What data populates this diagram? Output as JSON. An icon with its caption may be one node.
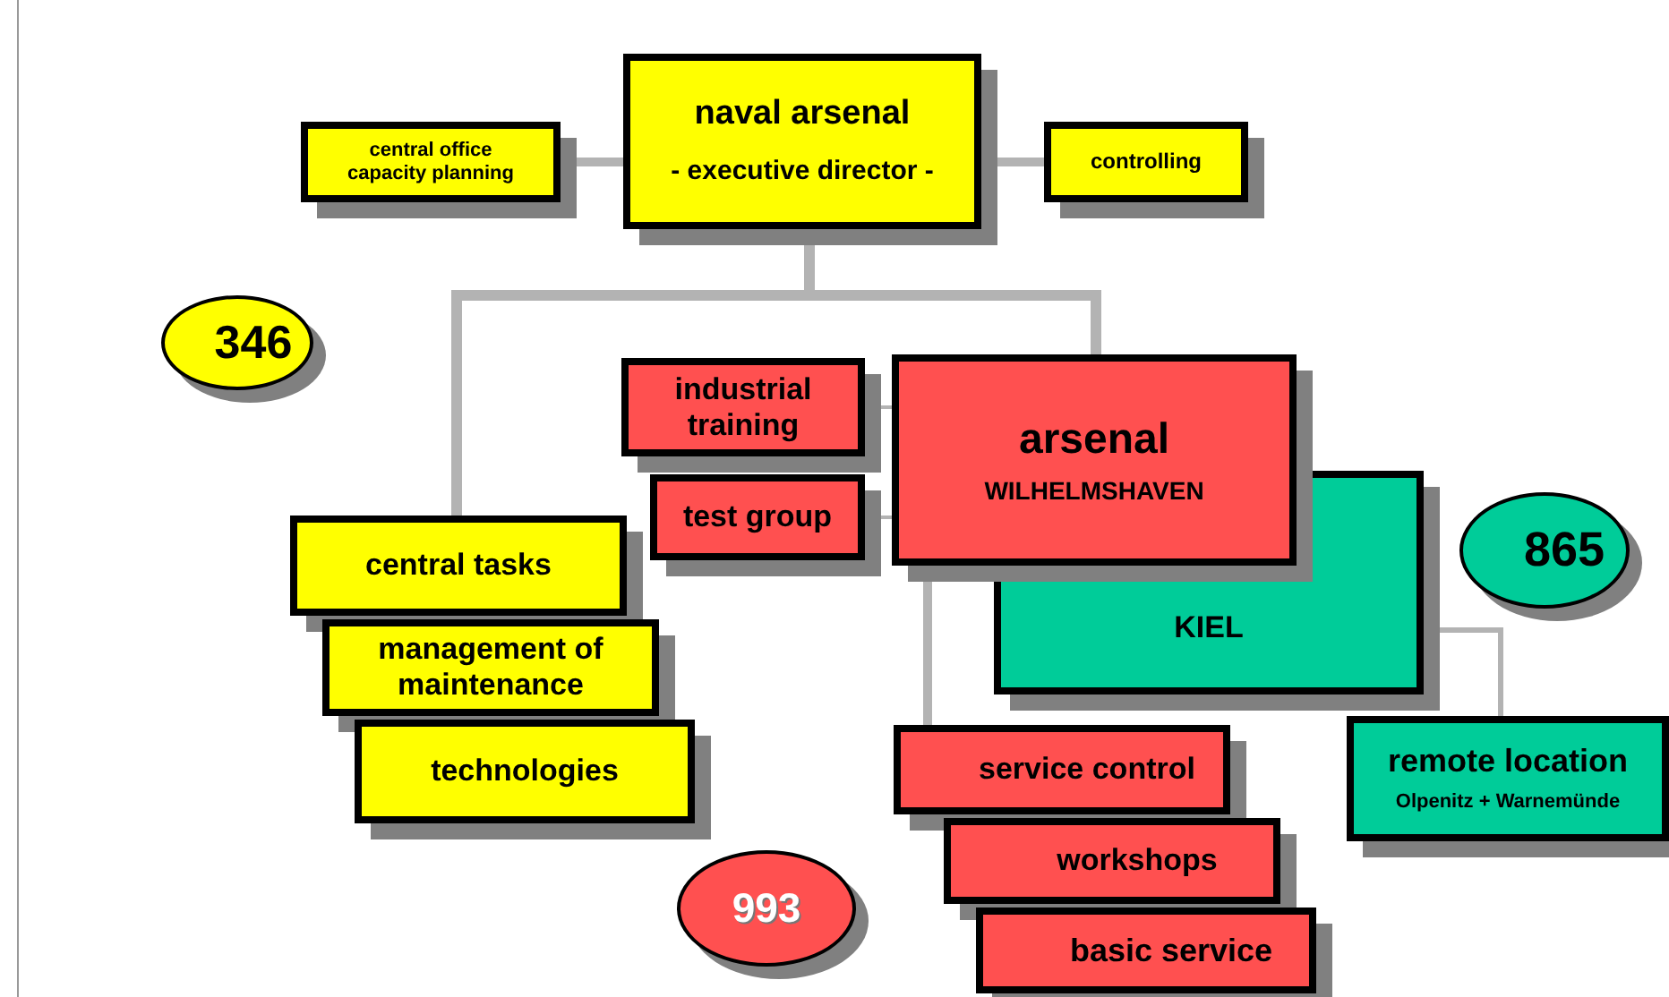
{
  "diagram": {
    "nodes": [
      {
        "text": [
          "naval arsenal",
          "- executive director -"
        ]
      },
      {
        "text": [
          "central office capacity planning"
        ]
      },
      {
        "text": [
          "controlling"
        ]
      },
      {
        "text": [
          "346"
        ]
      },
      {
        "text": [
          "industrial training"
        ]
      },
      {
        "text": [
          "arsenal",
          "WILHELMSHAVEN"
        ]
      },
      {
        "text": [
          "test group"
        ]
      },
      {
        "text": [
          "KIEL"
        ]
      },
      {
        "text": [
          "865"
        ]
      },
      {
        "text": [
          "central tasks"
        ]
      },
      {
        "text": [
          "management of maintenance"
        ]
      },
      {
        "text": [
          "technologies"
        ]
      },
      {
        "text": [
          "remote location",
          "Olpenitz + Warnemünde"
        ]
      },
      {
        "text": [
          "service control"
        ]
      },
      {
        "text": [
          "workshops"
        ]
      },
      {
        "text": [
          "basic service"
        ]
      },
      {
        "text": [
          "993"
        ]
      }
    ],
    "edges": [
      {
        "from": 0,
        "to": 1,
        "arrow": "none"
      },
      {
        "from": 0,
        "to": 2,
        "arrow": "none"
      },
      {
        "from": 0,
        "to": 9,
        "arrow": "none"
      },
      {
        "from": 0,
        "to": 5,
        "arrow": "none"
      },
      {
        "from": 5,
        "to": 4,
        "arrow": "none"
      },
      {
        "from": 5,
        "to": 6,
        "arrow": "none"
      },
      {
        "from": 5,
        "to": 13,
        "arrow": "none"
      },
      {
        "from": 7,
        "to": 12,
        "arrow": "none"
      }
    ]
  }
}
